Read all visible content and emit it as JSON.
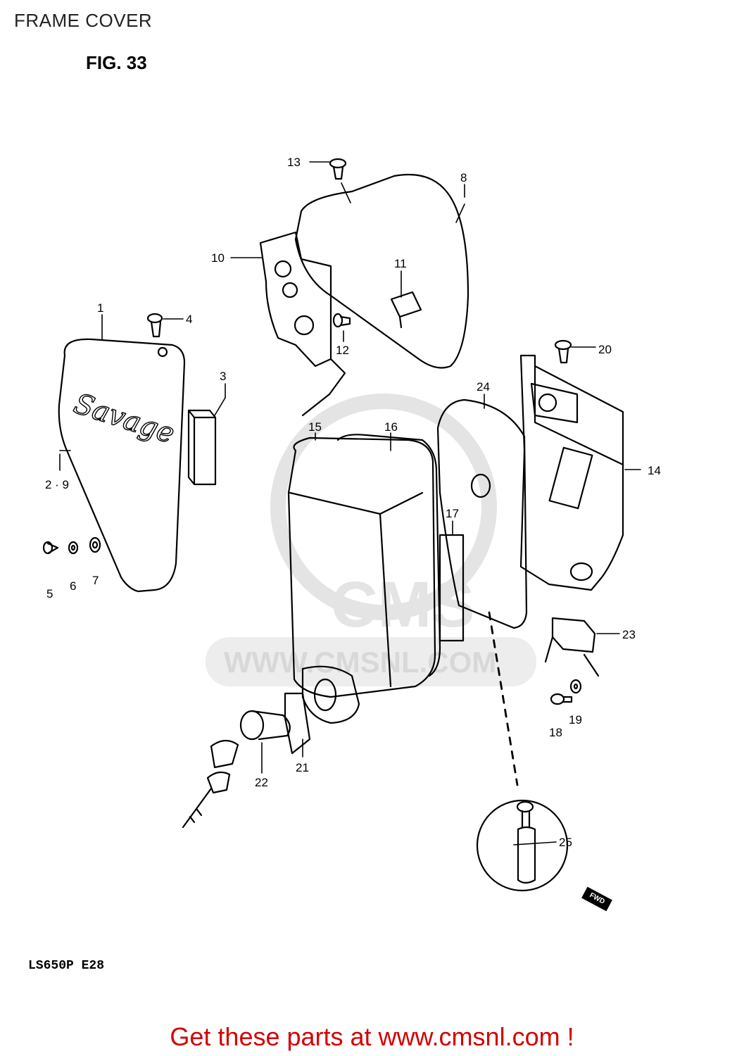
{
  "header": {
    "title": "FRAME COVER",
    "figure": "FIG. 33"
  },
  "watermark": {
    "brand": "CMS",
    "url": "WWW.CMSNL.COM"
  },
  "callouts": {
    "p1": "1",
    "p2_9": "2 · 9",
    "p3": "3",
    "p4": "4",
    "p5": "5",
    "p6": "6",
    "p7": "7",
    "p8": "8",
    "p10": "10",
    "p11": "11",
    "p12": "12",
    "p13": "13",
    "p14": "14",
    "p15": "15",
    "p16": "16",
    "p17": "17",
    "p18": "18",
    "p19": "19",
    "p20": "20",
    "p21": "21",
    "p22": "22",
    "p23": "23",
    "p24": "24",
    "p25": "25"
  },
  "cover_logo": "Savage",
  "fwd_label": "FWD",
  "model": "LS650P E28",
  "cta": "Get these parts at www.cmsnl.com !",
  "colors": {
    "cta": "#d40000",
    "line": "#000000",
    "watermark": "#e4e4e4"
  }
}
